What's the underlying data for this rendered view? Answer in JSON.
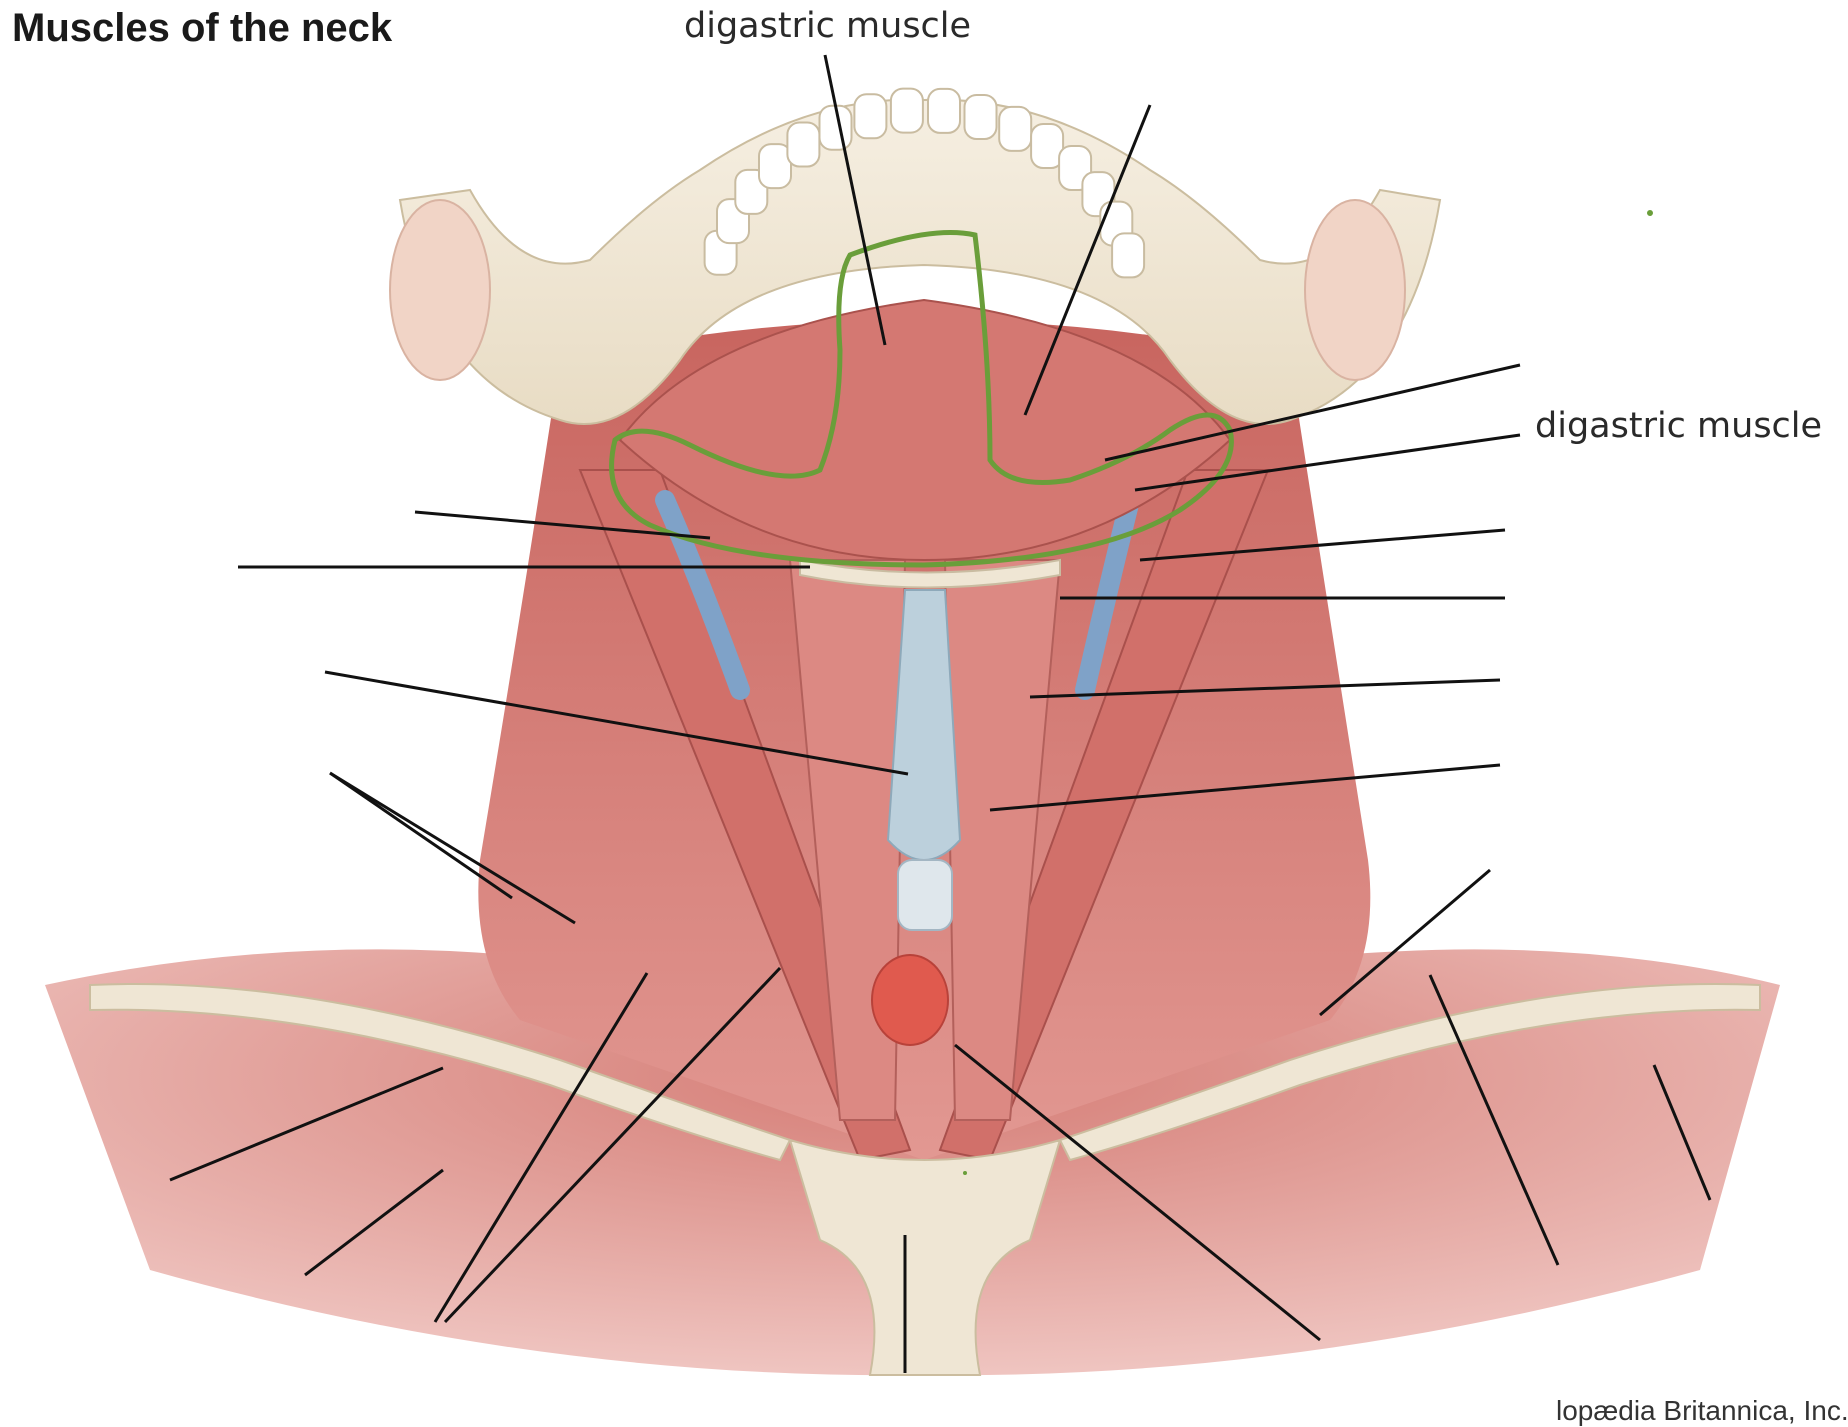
{
  "title": "Muscles of the neck",
  "labels": [
    {
      "text": "digastric muscle"
    },
    {
      "text": "digastric muscle"
    }
  ],
  "credit": "lopædia Britannica, Inc.",
  "colors": {
    "muscle": "#d9817a",
    "muscle_dark": "#b85a55",
    "bone": "#efe6d4",
    "vein": "#7fa2c8",
    "trachea": "#bcd0dc",
    "highlight_outline": "#6a9e3a"
  }
}
